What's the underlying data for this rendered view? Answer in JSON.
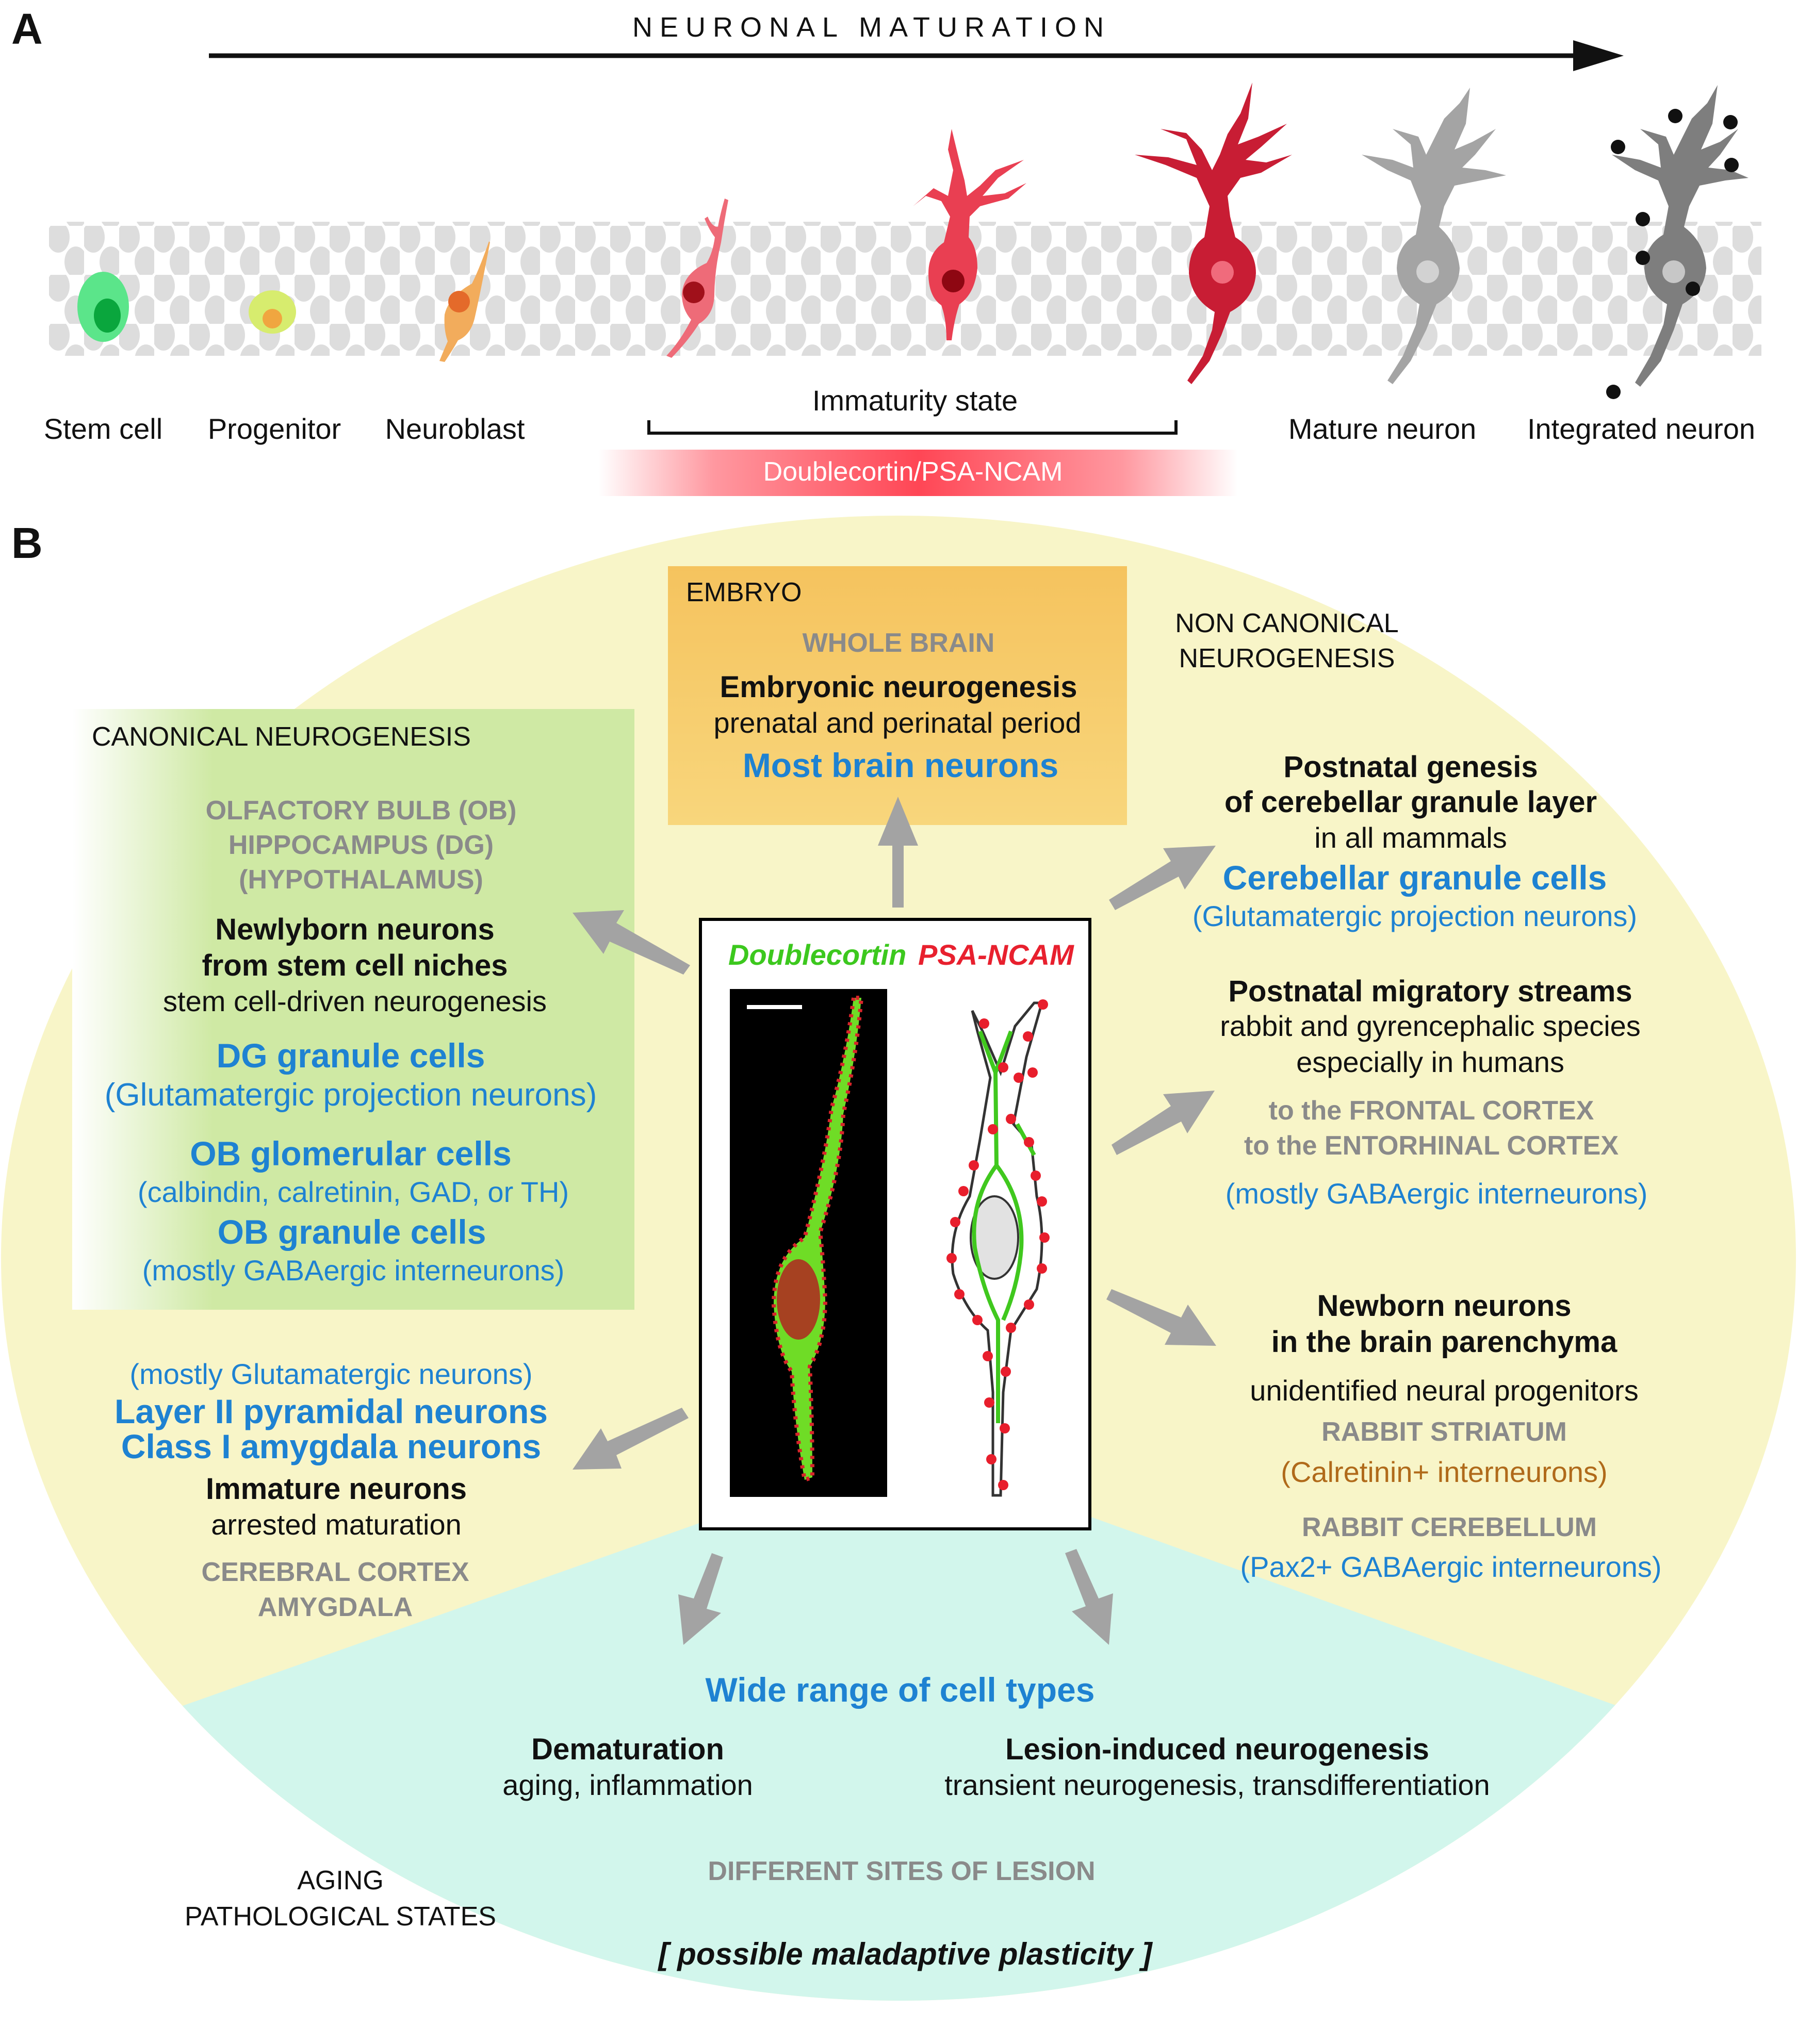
{
  "panelA": {
    "label": "A",
    "arrow_title": "NEURONAL MATURATION",
    "stages": [
      "Stem cell",
      "Progenitor",
      "Neuroblast",
      "Mature neuron",
      "Integrated neuron"
    ],
    "immaturity_label": "Immaturity state",
    "marker_bar": "Doublecortin/PSA-NCAM",
    "colors": {
      "stem": "#35d86a",
      "progenitor": "#c8e65a",
      "neuroblast": "#f0a04a",
      "immature": "#e0344a",
      "mature": "#8f8f8f",
      "integrated": "#6e6e6e",
      "bar": "#ff4455"
    }
  },
  "panelB": {
    "label": "B",
    "embryo": {
      "title": "EMBRYO",
      "region": "WHOLE BRAIN",
      "heading": "Embryonic neurogenesis",
      "sub": "prenatal and perinatal period",
      "cells": "Most brain neurons"
    },
    "non_canonical": [
      "NON CANONICAL",
      "NEUROGENESIS"
    ],
    "canonical": {
      "title": "CANONICAL NEUROGENESIS",
      "regions": [
        "OLFACTORY BULB (OB)",
        "HIPPOCAMPUS (DG)",
        "(HYPOTHALAMUS)"
      ],
      "heading": [
        "Newlyborn neurons",
        "from stem cell niches"
      ],
      "sub": "stem cell-driven neurogenesis",
      "dg_cells": "DG granule cells",
      "dg_types": "(Glutamatergic projection neurons)",
      "ob_glom": "OB glomerular cells",
      "ob_glom_types": "(calbindin, calretinin, GAD, or TH)",
      "ob_gran": "OB granule cells",
      "ob_gran_types": "(mostly GABAergic interneurons)"
    },
    "cerebellar": {
      "heading": [
        "Postnatal genesis",
        "of cerebellar granule layer"
      ],
      "sub": "in all mammals",
      "cells": "Cerebellar granule cells",
      "types": "(Glutamatergic projection neurons)"
    },
    "migratory": {
      "heading": "Postnatal migratory streams",
      "sub": [
        "rabbit and gyrencephalic species",
        "especially in humans"
      ],
      "regions": [
        "to the FRONTAL CORTEX",
        "to the ENTORHINAL CORTEX"
      ],
      "types": "(mostly GABAergic interneurons)"
    },
    "parenchyma": {
      "heading": [
        "Newborn neurons",
        "in the brain parenchyma"
      ],
      "sub": "unidentified neural progenitors",
      "region1": "RABBIT STRIATUM",
      "types1": "(Calretinin+ interneurons)",
      "region2": "RABBIT CEREBELLUM",
      "types2": "(Pax2+ GABAergic interneurons)"
    },
    "immature": {
      "types": "(mostly Glutamatergic neurons)",
      "cells": [
        "Layer II pyramidal neurons",
        "Class I amygdala neurons"
      ],
      "heading": "Immature neurons",
      "sub": "arrested maturation",
      "regions": [
        "CEREBRAL CORTEX",
        "AMYGDALA"
      ]
    },
    "center": {
      "marker_green": "Doublecortin",
      "marker_red": "PSA-NCAM"
    },
    "aging": {
      "cells": "Wide range of cell types",
      "dematuration_heading": "Dematuration",
      "dematuration_sub": "aging, inflammation",
      "lesion_heading": "Lesion-induced neurogenesis",
      "lesion_sub": "transient neurogenesis, transdifferentiation",
      "labels": [
        "AGING",
        "PATHOLOGICAL STATES"
      ],
      "region": "DIFFERENT SITES OF LESION",
      "note": "[ possible maladaptive plasticity ]"
    },
    "colors": {
      "yellow": "#f8f5c8",
      "green": "#cfe9a4",
      "orange": "#f5c35e",
      "teal": "#d2f6ec",
      "blue": "#1e82d2",
      "arrow": "#a3a3a3"
    }
  }
}
